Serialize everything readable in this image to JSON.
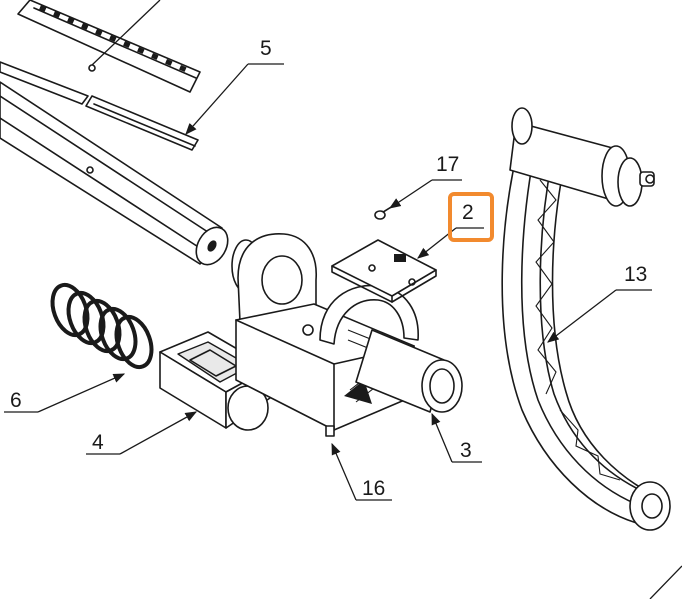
{
  "callouts": {
    "c5": "5",
    "c17": "17",
    "c2": "2",
    "c13": "13",
    "c6": "6",
    "c4": "4",
    "c3": "3",
    "c16": "16"
  },
  "highlighted_callout": "2",
  "colors": {
    "highlight": "#f28a2e",
    "line": "#1a1a1a",
    "background": "#ffffff"
  }
}
